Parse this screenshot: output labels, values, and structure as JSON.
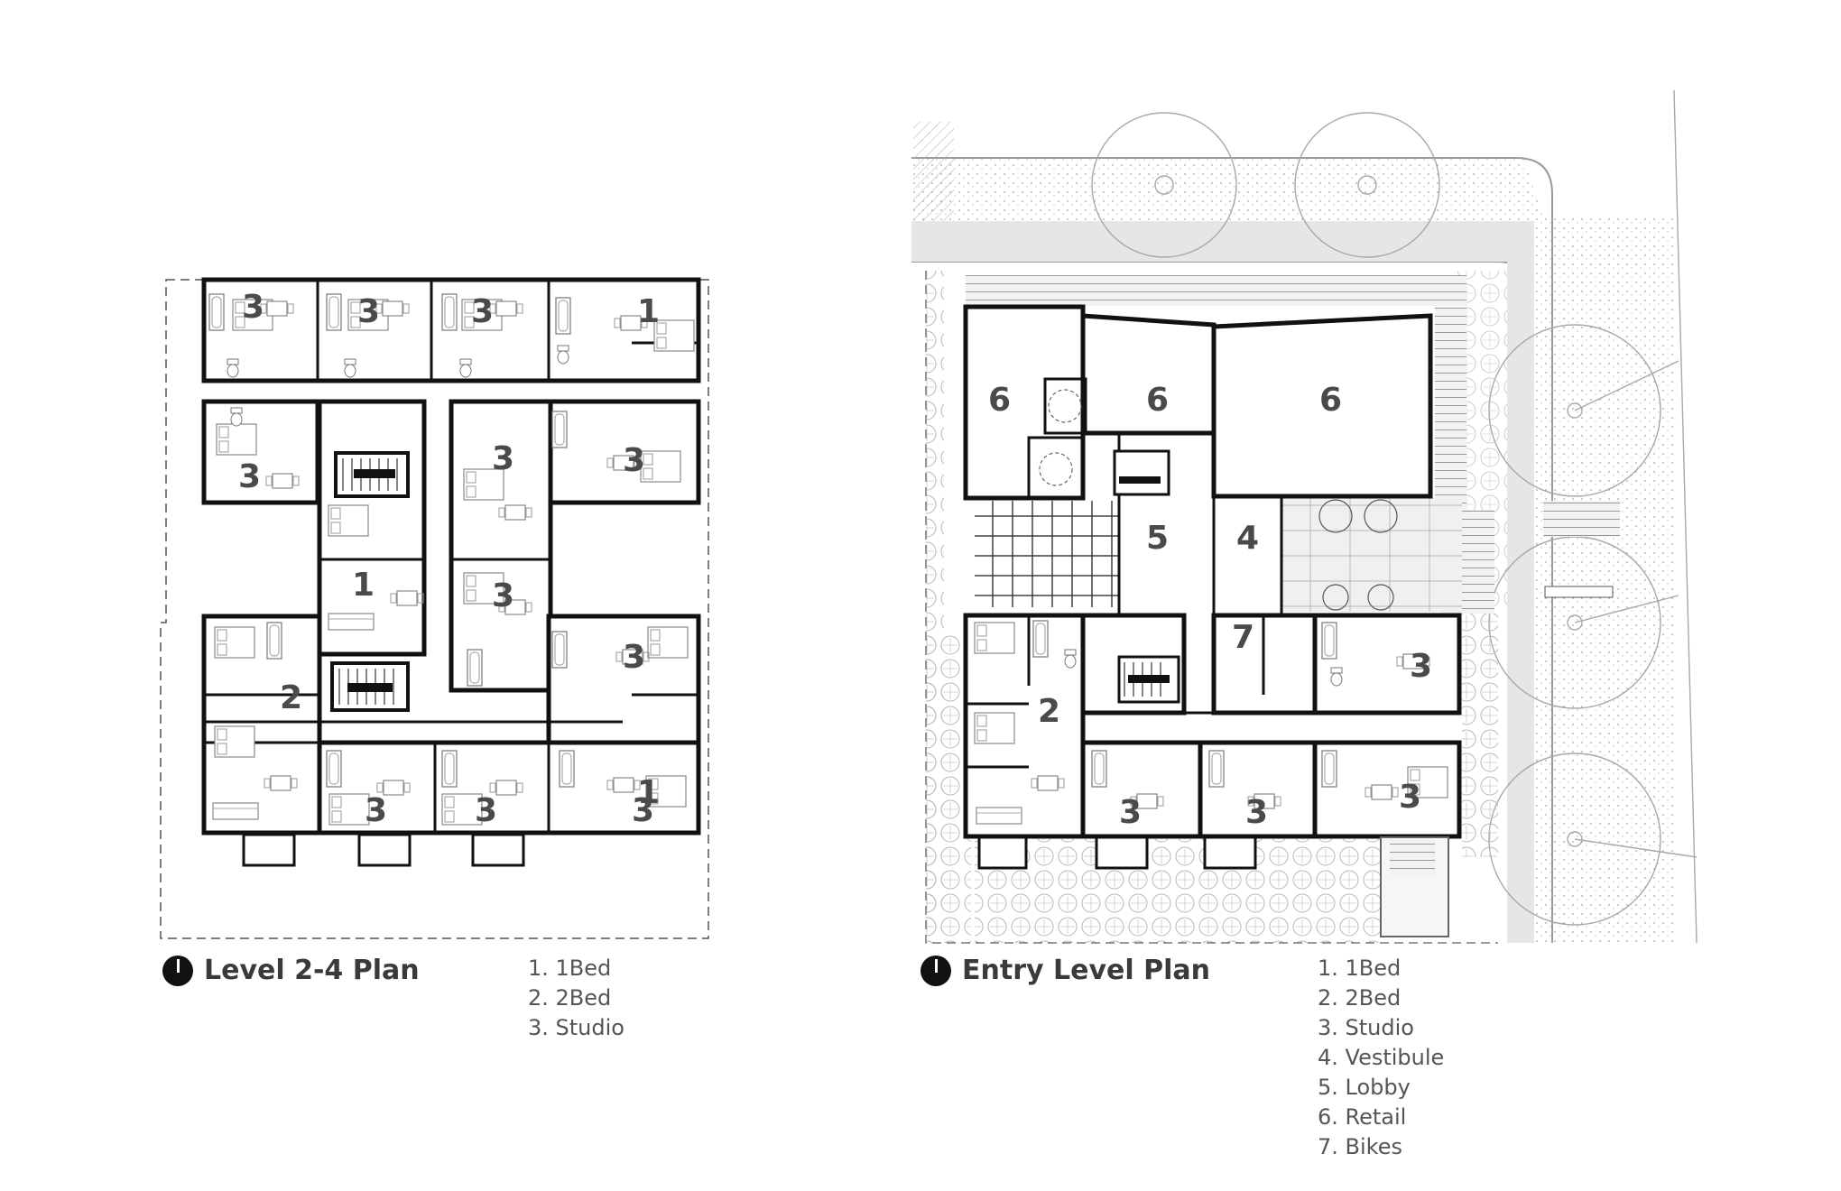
{
  "plans": [
    {
      "title": "Level 2-4 Plan",
      "legend": [
        "1. 1Bed",
        "2. 2Bed",
        "3. Studio"
      ],
      "unit_labels": [
        "3",
        "3",
        "3",
        "1",
        "3",
        "3",
        "3",
        "3",
        "1",
        "2",
        "3",
        "3",
        "3",
        "3",
        "1"
      ]
    },
    {
      "title": "Entry Level Plan",
      "legend": [
        "1. 1Bed",
        "2. 2Bed",
        "3. Studio",
        "4. Vestibule",
        "5. Lobby",
        "6. Retail",
        "7. Bikes"
      ],
      "unit_labels": [
        "6",
        "6",
        "6",
        "5",
        "4",
        "7",
        "3",
        "2",
        "3",
        "3",
        "3"
      ]
    }
  ],
  "icons": {
    "north_arrow": "north-arrow-icon"
  },
  "colors": {
    "wall": "#111111",
    "linework": "#9a9a9a",
    "landscape": "#bdbdbd",
    "paving": "#e6e6e6"
  }
}
